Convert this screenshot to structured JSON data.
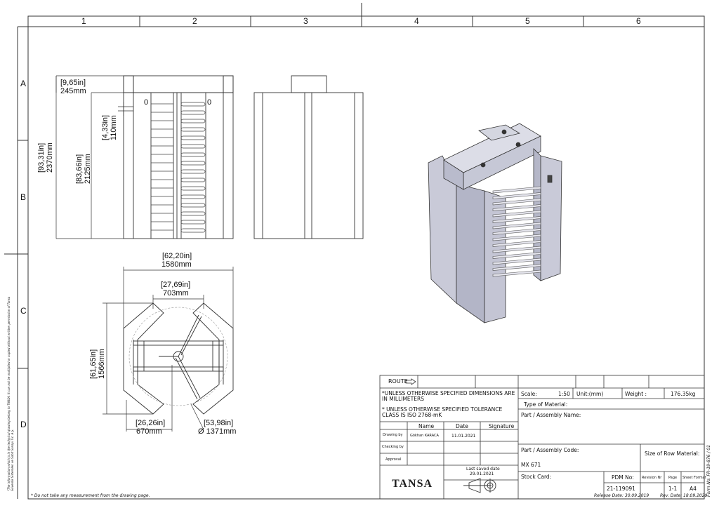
{
  "grid": {
    "columns": [
      "1",
      "2",
      "3",
      "4",
      "5",
      "6"
    ],
    "rows": [
      "A",
      "B",
      "C",
      "D"
    ]
  },
  "dimensions": {
    "top_height_in": "[9,65in]",
    "top_height_mm": "245mm",
    "total_height_in": "[93,31in]",
    "total_height_mm": "2370mm",
    "body_height_in": "[83,66in]",
    "body_height_mm": "2125mm",
    "arm_gap_in": "[4,33in]",
    "arm_gap_mm": "110mm",
    "overall_width_in": "[62,20in]",
    "overall_width_mm": "1580mm",
    "passage_in": "[27,69in]",
    "passage_mm": "703mm",
    "depth_in": "[61,65in]",
    "depth_mm": "1566mm",
    "wing_in": "[26,26in]",
    "wing_mm": "670mm",
    "rotor_in": "[53,98in]",
    "rotor_mm": "Ø 1371mm",
    "zero_left": "0",
    "zero_right": "0"
  },
  "title_block": {
    "route": "ROUTE",
    "note1": "*UNLESS OTHERWISE SPECIFIED DIMENSIONS ARE IN MILLIMETERS",
    "note2": "*  UNLESS OTHERWISE SPECIFIED TOLERANCE CLASS IS ISO 2768-mK",
    "col_name": "Name",
    "col_date": "Date",
    "col_signature": "Signature",
    "drawing_by_label": "Drawing by",
    "drawing_by_name": "Gökhan KARACA",
    "drawing_by_date": "11.01.2021",
    "checking_by_label": "Checking by",
    "approval_label": "Approval",
    "last_saved_label": "Last saved date",
    "last_saved_date": "29.01.2021",
    "logo_text": "TANSA",
    "scale_label": "Scale:",
    "scale_value": "1:50",
    "unit": "Unit:(mm)",
    "weight_label": "Weight :",
    "weight_value": "176.35kg",
    "type_of_material": "Type of Material:",
    "assembly_name": "Part / Assembly Name:",
    "assembly_code": "Part / Assembly Code:",
    "code_value": "MX 671",
    "size_of_row_material": "Size of Row Material:",
    "stock_card": "Stock Card:",
    "pdm_label": "PDM No:",
    "pdm_value": "21-119091",
    "revision_label": "Revision Nr",
    "page_label": "Page",
    "sheet_format_label": "Sheet Format",
    "page_value": "1-1",
    "sheet_format_value": "A4",
    "release_date": "Release Date: 30.09.2019",
    "rev_date": "Rev. Date: 18.09.2020",
    "form_no": "Form No: FR-19-876 / 01",
    "footer_note": "* Do not take any measurement from the drawing page.",
    "side_note": "*The information which is in the technical drawing belong to TANSA. It can not be multiplied or copied without written permission of Tansa Güvenlik Sistemleri ve Sabit Sanayi Tic. A.Ş."
  }
}
